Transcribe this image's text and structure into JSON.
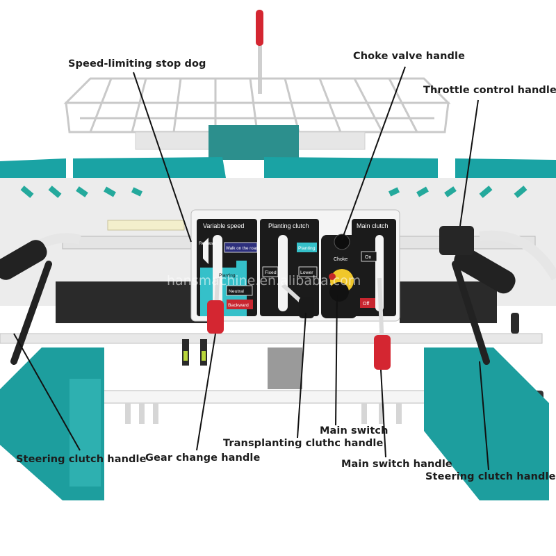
{
  "callouts": {
    "speed_limiting_stop_dog": "Speed-limiting stop dog",
    "choke_valve_handle": "Choke valve handle",
    "throttle_control_handle": "Throttle control handle",
    "steering_clutch_handle_left": "Steering clutch handle",
    "gear_change_handle": "Gear change handle",
    "main_switch": "Main switch",
    "transplanting_clutch_handle": "Transplanting cluthc handle",
    "main_switch_handle": "Main switch handle",
    "steering_clutch_handle_right": "Steering clutch handle"
  },
  "panel": {
    "variable_speed": {
      "title": "Variable speed",
      "release": "Release",
      "walk_on_road": "Walk on the road",
      "planting": "Planting",
      "neutral": "Neutral",
      "backward": "Backward"
    },
    "planting_clutch": {
      "title": "Planting clutch",
      "planting": "Planting",
      "fixed": "Fixed",
      "lower": "Lower"
    },
    "main_clutch": {
      "title": "Main clutch",
      "choke": "Choke",
      "on": "On",
      "off": "Off"
    }
  },
  "watermark": "hansmachine.en.alibaba.com",
  "colors": {
    "teal": "#1aa3a4",
    "panel_black": "#1b1b1b",
    "handle_red": "#d42631",
    "panel_white": "#f4f4f4"
  }
}
